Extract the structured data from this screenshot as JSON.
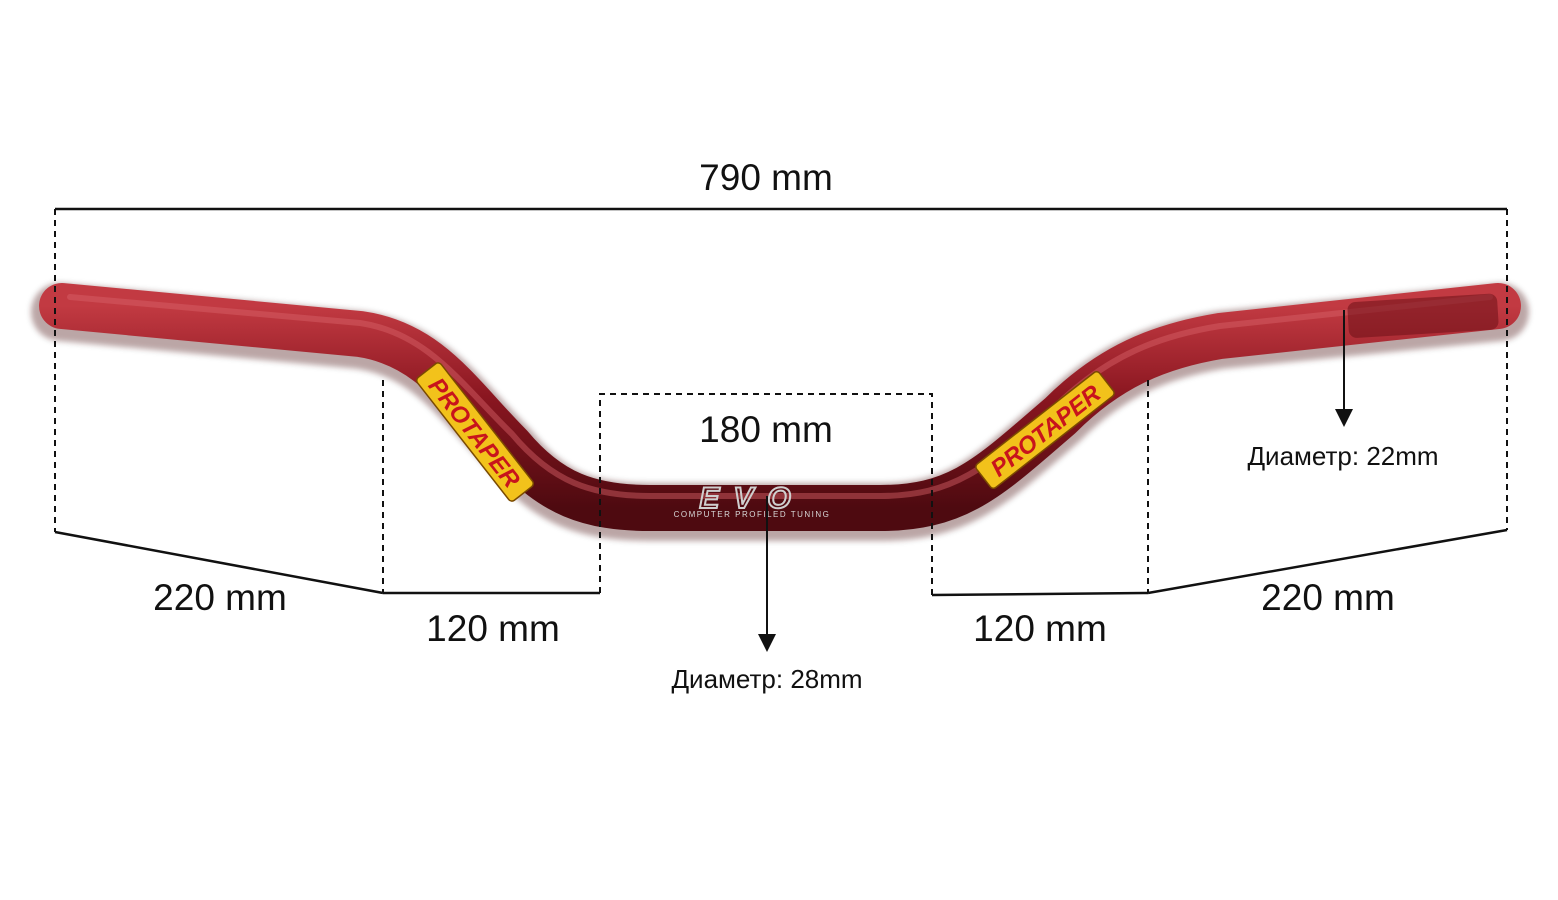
{
  "dimensions": {
    "total_width": "790 mm",
    "center_width": "180 mm",
    "left_outer": "220 mm",
    "left_rise": "120 mm",
    "right_rise": "120 mm",
    "right_outer": "220 mm"
  },
  "diameters": {
    "center": "Диаметр: 28mm",
    "grip": "Диаметр: 22mm"
  },
  "decals": {
    "brand": "PROTAPER",
    "model": "EVO",
    "model_tagline": "COMPUTER PROFILED TUNING"
  },
  "colors": {
    "bar": "#8a1620",
    "bar_highlight": "#c23a42",
    "decal_yellow": "#f2c21b",
    "decal_red": "#c8141c",
    "ink": "#111111"
  }
}
